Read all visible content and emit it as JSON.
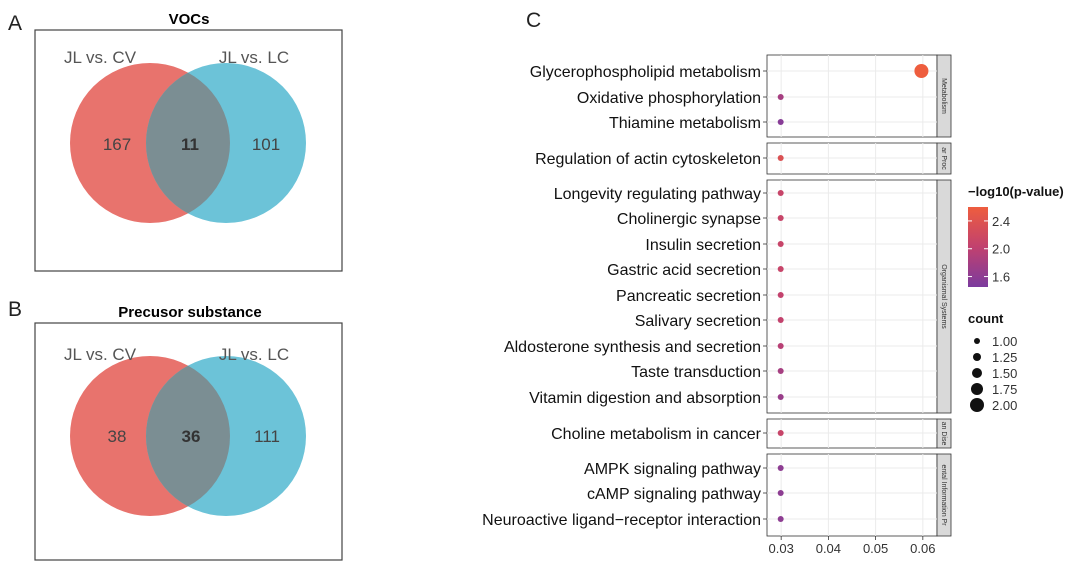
{
  "panel_labels": {
    "a": "A",
    "b": "B",
    "c": "C"
  },
  "colors": {
    "venn_left": "#e8736d",
    "venn_right": "#6cc3d8",
    "venn_overlap": "#7b8e93",
    "facet_strip": "#d9d9d9",
    "grid": "#ebebeb",
    "gradient": [
      "#7b3b9e",
      "#c1416f",
      "#ee5d3e"
    ]
  },
  "chart_data": [
    {
      "type": "venn",
      "title": "VOCs",
      "sets": [
        "JL vs. CV",
        "JL vs. LC"
      ],
      "values": {
        "left_only": "167",
        "both": "11",
        "right_only": "101"
      }
    },
    {
      "type": "venn",
      "title": "Precusor substance",
      "sets": [
        "JL vs. CV",
        "JL vs. LC"
      ],
      "values": {
        "left_only": "38",
        "both": "36",
        "right_only": "111"
      }
    },
    {
      "type": "scatter",
      "subtype": "bubble",
      "xlim": [
        0.027,
        0.063
      ],
      "xticks": [
        0.03,
        0.04,
        0.05,
        0.06
      ],
      "xtick_labels": [
        "0.03",
        "0.04",
        "0.05",
        "0.06"
      ],
      "grid": true,
      "legend": {
        "color_title": "−log10(p-value)",
        "color_ticks": [
          2.4,
          2.0,
          1.6
        ],
        "color_tick_labels": [
          "2.4",
          "2.0",
          "1.6"
        ],
        "color_range": [
          1.45,
          2.6
        ],
        "size_title": "count",
        "size_values": [
          1.0,
          1.25,
          1.5,
          1.75,
          2.0
        ],
        "size_labels": [
          "1.00",
          "1.25",
          "1.50",
          "1.75",
          "2.00"
        ]
      },
      "facets": [
        {
          "strip": "Metabolism",
          "rows": [
            {
              "label": "Glycerophospholipid metabolism",
              "x": 0.0597,
              "count": 2,
              "neglog10p": 2.6
            },
            {
              "label": "Oxidative phosphorylation",
              "x": 0.0299,
              "count": 1,
              "neglog10p": 1.8
            },
            {
              "label": "Thiamine metabolism",
              "x": 0.0299,
              "count": 1,
              "neglog10p": 1.55
            }
          ]
        },
        {
          "strip": "ar Proc",
          "rows": [
            {
              "label": "Regulation of actin cytoskeleton",
              "x": 0.0299,
              "count": 1,
              "neglog10p": 2.35
            }
          ]
        },
        {
          "strip": "Organismal Systems",
          "rows": [
            {
              "label": "Longevity regulating pathway",
              "x": 0.0299,
              "count": 1,
              "neglog10p": 2.1
            },
            {
              "label": "Cholinergic synapse",
              "x": 0.0299,
              "count": 1,
              "neglog10p": 2.1
            },
            {
              "label": "Insulin secretion",
              "x": 0.0299,
              "count": 1,
              "neglog10p": 2.1
            },
            {
              "label": "Gastric acid secretion",
              "x": 0.0299,
              "count": 1,
              "neglog10p": 2.1
            },
            {
              "label": "Pancreatic secretion",
              "x": 0.0299,
              "count": 1,
              "neglog10p": 2.05
            },
            {
              "label": "Salivary secretion",
              "x": 0.0299,
              "count": 1,
              "neglog10p": 2.05
            },
            {
              "label": "Aldosterone synthesis and secretion",
              "x": 0.0299,
              "count": 1,
              "neglog10p": 1.95
            },
            {
              "label": "Taste transduction",
              "x": 0.0299,
              "count": 1,
              "neglog10p": 1.8
            },
            {
              "label": "Vitamin digestion and absorption",
              "x": 0.0299,
              "count": 1,
              "neglog10p": 1.7
            }
          ]
        },
        {
          "strip": "an Dise",
          "rows": [
            {
              "label": "Choline metabolism in cancer",
              "x": 0.0299,
              "count": 1,
              "neglog10p": 2.1
            }
          ]
        },
        {
          "strip": "ental Information Pr",
          "rows": [
            {
              "label": "AMPK signaling pathway",
              "x": 0.0299,
              "count": 1,
              "neglog10p": 1.6
            },
            {
              "label": "cAMP signaling pathway",
              "x": 0.0299,
              "count": 1,
              "neglog10p": 1.6
            },
            {
              "label": "Neuroactive ligand−receptor interaction",
              "x": 0.0299,
              "count": 1,
              "neglog10p": 1.6
            }
          ]
        }
      ]
    }
  ]
}
